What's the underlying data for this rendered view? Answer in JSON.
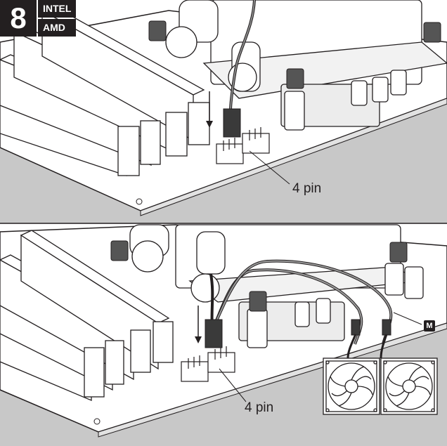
{
  "step": {
    "number": "8",
    "platforms": [
      "INTEL",
      "AMD"
    ]
  },
  "panels": [
    {
      "callout": "4 pin"
    },
    {
      "callout": "4 pin",
      "marker": "M"
    }
  ],
  "colors": {
    "ink": "#231f20",
    "board": "#c8c8c8",
    "paper": "#ffffff"
  }
}
